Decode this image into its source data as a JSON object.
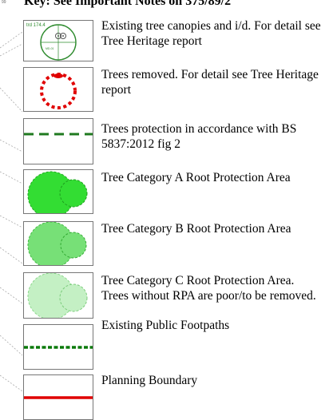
{
  "title": "Key: See Important Notes on 375/89/2",
  "corner_label": "99",
  "legend": [
    {
      "label": "Existing tree canopies and i/d. For detail see Tree Heritage report",
      "tree_id": "trd 174.4",
      "detail_text": "MD-01"
    },
    {
      "label": "Trees removed.  For detail see Tree Heritage report"
    },
    {
      "label": "Trees protection in accordance with BS 5837:2012 fig 2"
    },
    {
      "label": "Tree Category A Root Protection Area"
    },
    {
      "label": "Tree Category B Root Protection Area"
    },
    {
      "label": "Tree Category C Root Protection Area.  Trees without RPA are poor/to be removed."
    },
    {
      "label": "Existing Public Footpaths"
    },
    {
      "label": "Planning Boundary"
    }
  ],
  "colors": {
    "existing_tree": "#2e8b2e",
    "removed_tree": "#e00000",
    "protection_fence": "#1f7a1f",
    "category_a": "#33dd33",
    "category_b": "#77e077",
    "category_c": "#c4f0c4",
    "footpath": "#0a7a0a",
    "boundary": "#e00000"
  }
}
